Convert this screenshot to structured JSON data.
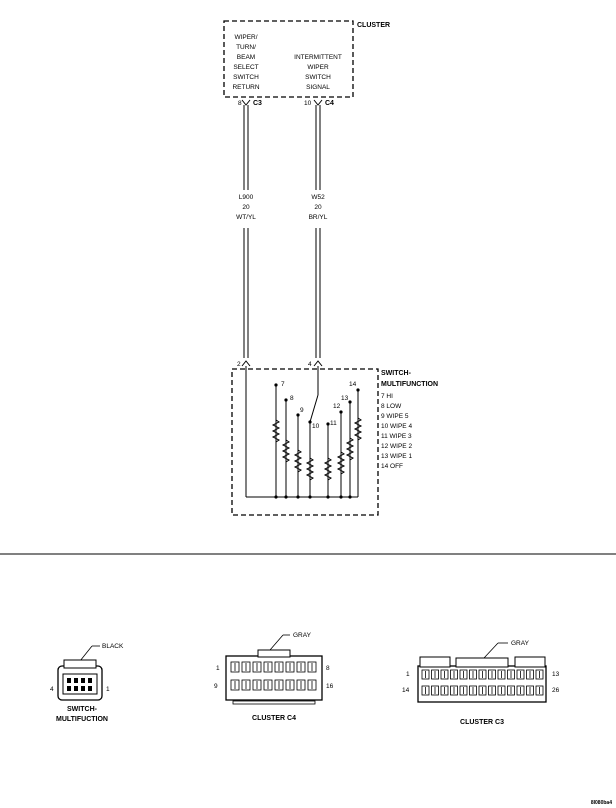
{
  "cluster": {
    "title": "CLUSTER",
    "left_label": [
      "WIPER/",
      "TURN/",
      "BEAM",
      "SELECT",
      "SWITCH",
      "RETURN"
    ],
    "right_label": [
      "INTERMITTENT",
      "WIPER",
      "SWITCH",
      "SIGNAL"
    ],
    "pin_left": "8",
    "conn_left": "C3",
    "pin_right": "10",
    "conn_right": "C4"
  },
  "wires": [
    {
      "circuit": "L900",
      "gauge": "20",
      "color": "WT/YL"
    },
    {
      "circuit": "W52",
      "gauge": "20",
      "color": "BR/YL"
    }
  ],
  "switch": {
    "title_line1": "SWITCH-",
    "title_line2": "MULTIFUNCTION",
    "pin_left": "2",
    "pin_right": "4",
    "contacts": [
      "7",
      "8",
      "9",
      "10",
      "11",
      "12",
      "13",
      "14"
    ],
    "legend": [
      "7 HI",
      "8 LOW",
      "9 WIPE 5",
      "10 WIPE 4",
      "11 WIPE 3",
      "12 WIPE 2",
      "13 WIPE 1",
      "14 OFF"
    ]
  },
  "connectors": {
    "switch": {
      "color_label": "BLACK",
      "pin_left": "4",
      "pin_right": "1",
      "name_line1": "SWITCH-",
      "name_line2": "MULTIFUCTION"
    },
    "c4": {
      "color_label": "GRAY",
      "pins": [
        "1",
        "8",
        "9",
        "16"
      ],
      "name": "CLUSTER C4"
    },
    "c3": {
      "color_label": "GRAY",
      "pins": [
        "1",
        "13",
        "14",
        "26"
      ],
      "name": "CLUSTER C3"
    }
  },
  "figure_id": "8I080ba4"
}
